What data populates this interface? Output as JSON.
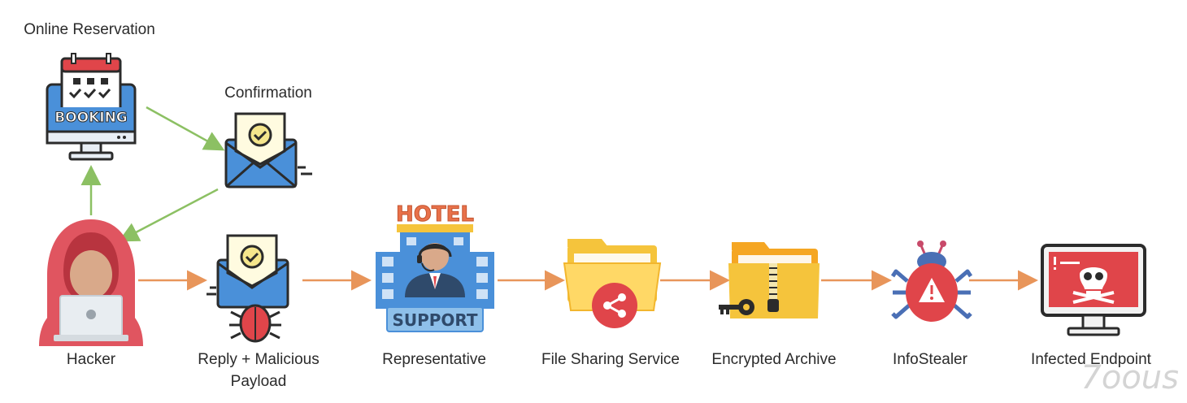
{
  "labels": {
    "online_reservation": "Online Reservation",
    "confirmation": "Confirmation",
    "hacker": "Hacker",
    "reply_line1": "Reply + Malicious",
    "reply_line2": "Payload",
    "representative": "Representative",
    "file_sharing": "File Sharing Service",
    "encrypted_archive": "Encrypted Archive",
    "infostealer": "InfoStealer",
    "infected_endpoint": "Infected Endpoint"
  },
  "icon_text": {
    "booking": "BOOKING",
    "hotel": "HOTEL",
    "support": "SUPPORT"
  },
  "watermark": "7oous",
  "colors": {
    "green_arrow": "#8cc063",
    "orange_arrow": "#e8955a",
    "blue": "#4a90d9",
    "red": "#e0454a",
    "yellow": "#f5c43c"
  }
}
